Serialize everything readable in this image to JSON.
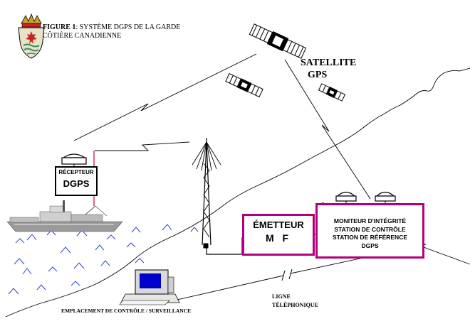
{
  "figure": {
    "label": "FIGURE 1",
    "title_line1": ": SYSTÈME DGPS DE LA GARDE",
    "title_line2": "CÔTIÈRE CANADIENNE"
  },
  "satellite_label": {
    "line1": "SATELLITE",
    "line2": "GPS"
  },
  "receiver": {
    "line1": "RÉCEPTEUR",
    "line2": "DGPS"
  },
  "transmitter": {
    "line1": "ÉMETTEUR",
    "line2": "M F"
  },
  "monitor": {
    "line1": "MONITEUR D'INTÉGRITÉ",
    "line2": "STATION DE CONTRÔLE",
    "line3": "STATION DE RÉFÉRENCE",
    "line4": "DGPS"
  },
  "control_location": "EMPLACEMENT DE CONTRÔLE / SURVEILLANCE",
  "phone_line": {
    "line1": "LIGNE",
    "line2": "TÉLÉPHONIQUE"
  },
  "colors": {
    "box_border": "#b3007a",
    "antenna_mast_red": "#cc0033",
    "screen_blue": "#0000cc",
    "ship_gray": "#9a9a9a",
    "wave_blue": "#2c46c8",
    "crest_red": "#cc2222",
    "crest_green": "#2f8f5a",
    "crest_gold": "#c9a227"
  }
}
